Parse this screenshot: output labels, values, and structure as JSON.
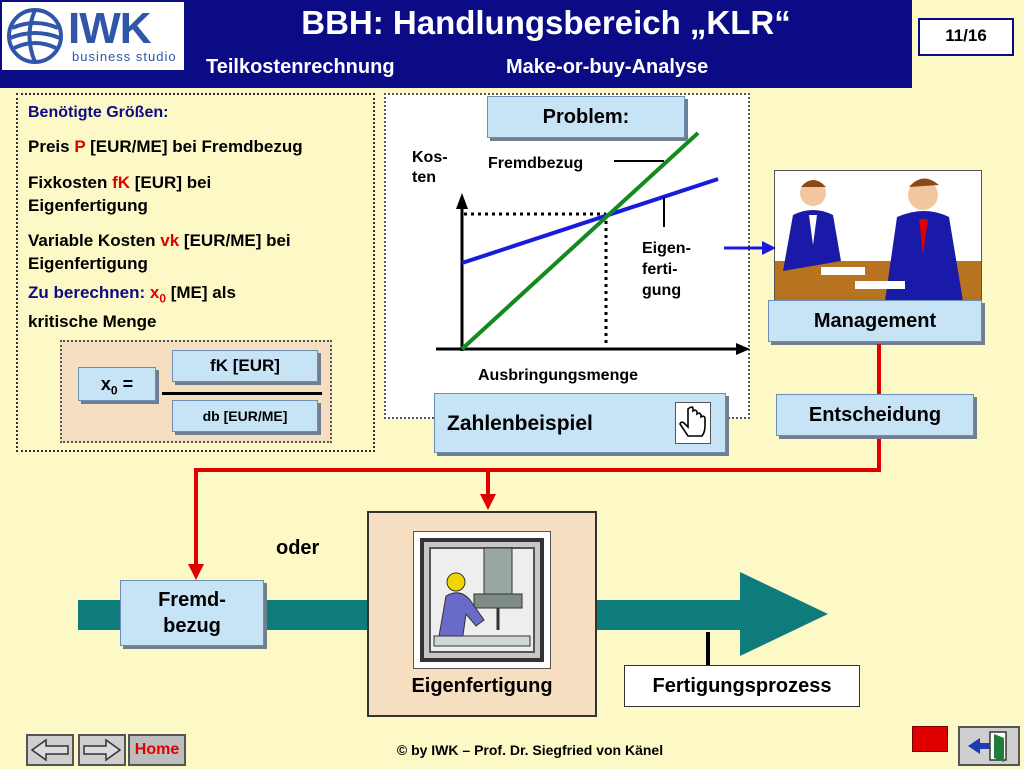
{
  "header": {
    "logo_text": "IWK",
    "logo_sub": "business studio",
    "title": "BBH: Handlungsbereich „KLR“",
    "subtitle_left": "Teilkostenrechnung",
    "subtitle_right": "Make-or-buy-Analyse",
    "page": "11/16"
  },
  "left_panel": {
    "heading": "Benötigte Größen:",
    "line1_a": "Preis ",
    "line1_b": "P",
    "line1_c": " [EUR/ME] bei Fremdbezug",
    "line2_a": "Fixkosten ",
    "line2_b": "fK",
    "line2_c": " [EUR] bei",
    "line2_d": "Eigenfertigung",
    "line3_a": "Variable Kosten ",
    "line3_b": "vk",
    "line3_c": " [EUR/ME] bei",
    "line3_d": "Eigenfertigung",
    "line4_a": "Zu berechnen: ",
    "line4_b": "x",
    "line4_sub": "0",
    "line4_c": " [ME] als",
    "line4_d": "kritische Menge",
    "formula_lhs": "x",
    "formula_lhs_sub": "0",
    "formula_eq": " =",
    "formula_num": "fK [EUR]",
    "formula_den": "db [EUR/ME]"
  },
  "chart": {
    "problem_label": "Problem:",
    "y_label_1": "Kos-",
    "y_label_2": "ten",
    "x_label": "Ausbringungsmenge",
    "fremdbezug_label": "Fremdbezug",
    "eigen_1": "Eigen-",
    "eigen_2": "ferti-",
    "eigen_3": "gung",
    "fremdbezug_color": "#118a1f",
    "eigen_color": "#1a1adf"
  },
  "buttons": {
    "zahlenbeispiel": "Zahlenbeispiel",
    "management": "Management",
    "entscheidung": "Entscheidung",
    "fremdbezug_1": "Fremd-",
    "fremdbezug_2": "bezug",
    "oder": "oder",
    "eigenfertigung": "Eigenfertigung",
    "fertigungsprozess": "Fertigungsprozess",
    "home": "Home"
  },
  "footer": {
    "copyright": "© by IWK – Prof. Dr. Siegfried von Känel"
  },
  "colors": {
    "header_bg": "#0b0b86",
    "page_bg": "#fdf9c6",
    "arrow_red": "#e00000",
    "process_arrow": "#0f7c7c"
  }
}
